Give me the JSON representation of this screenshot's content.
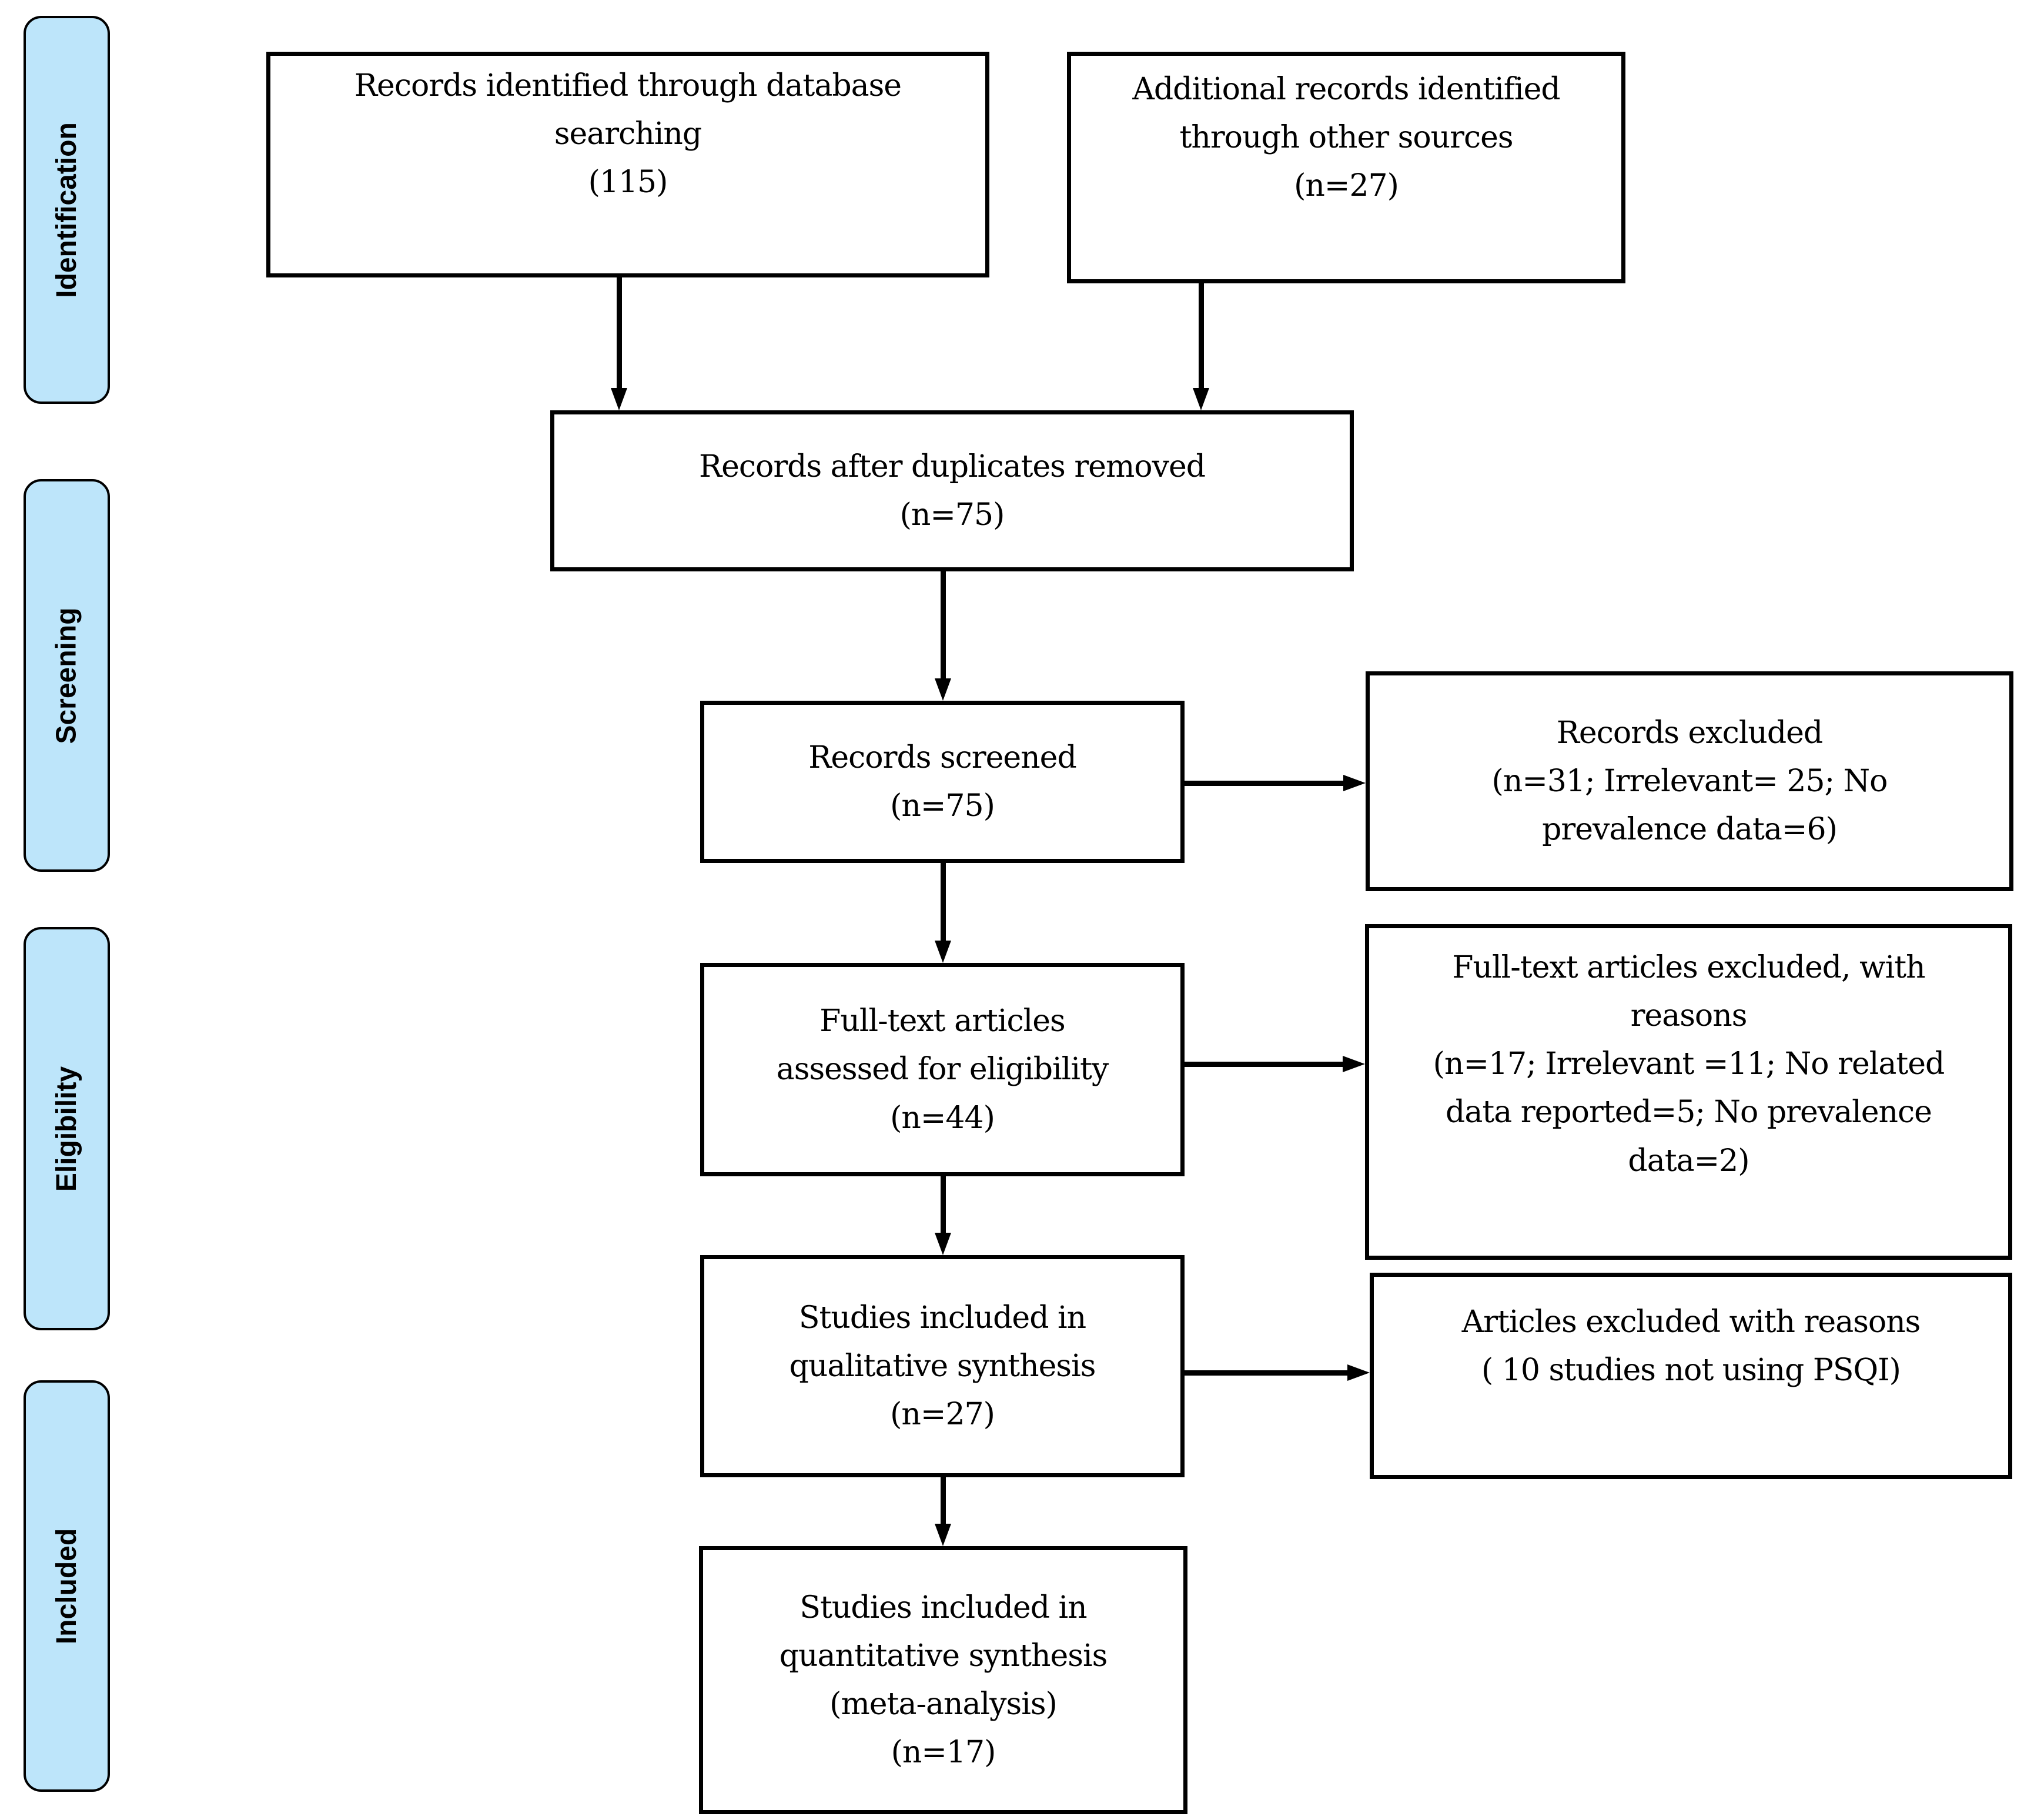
{
  "figure": {
    "type": "prisma-flow-diagram",
    "background": "#ffffff",
    "colors": {
      "stage_fill": "#bde5fa",
      "stage_border": "#000000",
      "box_border": "#000000",
      "arrow": "#000000",
      "text": "#000000"
    },
    "stage_labels": [
      {
        "id": "identification",
        "label": "Identification"
      },
      {
        "id": "screening",
        "label": "Screening"
      },
      {
        "id": "eligibility",
        "label": "Eligibility"
      },
      {
        "id": "included",
        "label": "Included"
      }
    ],
    "boxes": [
      {
        "id": "database-search",
        "text": "Records identified through database\nsearching\n(115)"
      },
      {
        "id": "other-sources",
        "text": "Additional records identified\nthrough other sources\n(n=27)"
      },
      {
        "id": "duplicates-removed",
        "text": "Records after duplicates removed\n(n=75)"
      },
      {
        "id": "records-screened",
        "text": "Records screened\n(n=75)"
      },
      {
        "id": "records-excluded",
        "text": "Records excluded\n(n=31; Irrelevant= 25; No\nprevalence data=6)"
      },
      {
        "id": "fulltext-assessed",
        "text": "Full-text articles\nassessed for eligibility\n(n=44)"
      },
      {
        "id": "fulltext-excluded",
        "text": "Full-text articles excluded, with\nreasons\n(n=17; Irrelevant =11; No related\ndata reported=5; No prevalence\ndata=2)"
      },
      {
        "id": "qualitative-synthesis",
        "text": "Studies included in\nqualitative synthesis\n(n=27)"
      },
      {
        "id": "articles-excluded-psqi",
        "text": "Articles excluded with reasons\n( 10 studies not using PSQI)"
      },
      {
        "id": "quantitative-synthesis",
        "text": "Studies included in\nquantitative synthesis\n(meta-analysis)\n(n=17)"
      }
    ],
    "connections": [
      {
        "from": "database-search",
        "to": "duplicates-removed"
      },
      {
        "from": "other-sources",
        "to": "duplicates-removed"
      },
      {
        "from": "duplicates-removed",
        "to": "records-screened"
      },
      {
        "from": "records-screened",
        "to": "records-excluded"
      },
      {
        "from": "records-screened",
        "to": "fulltext-assessed"
      },
      {
        "from": "fulltext-assessed",
        "to": "fulltext-excluded"
      },
      {
        "from": "fulltext-assessed",
        "to": "qualitative-synthesis"
      },
      {
        "from": "qualitative-synthesis",
        "to": "articles-excluded-psqi"
      },
      {
        "from": "qualitative-synthesis",
        "to": "quantitative-synthesis"
      }
    ]
  }
}
